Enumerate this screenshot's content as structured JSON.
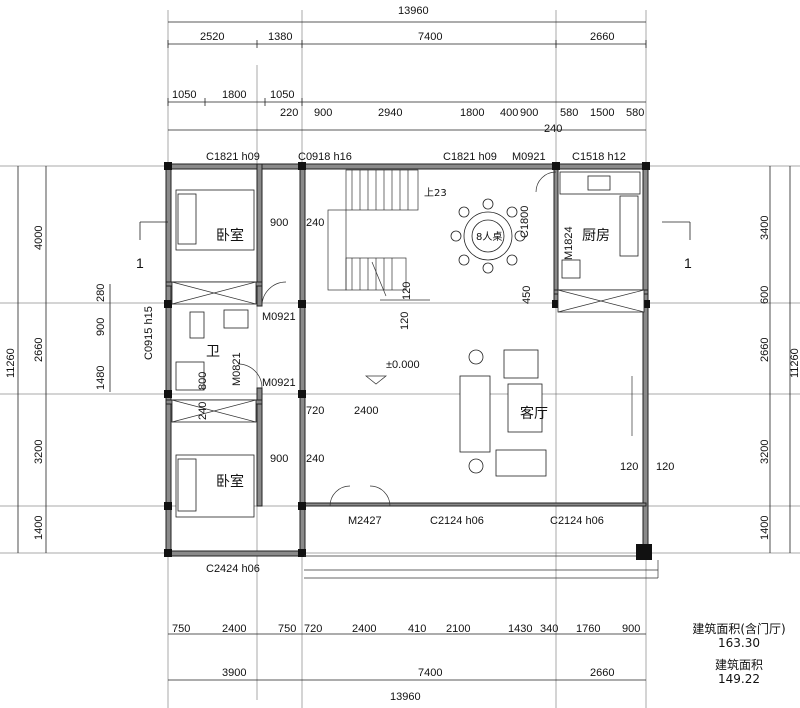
{
  "dimensions": {
    "top_total": "13960",
    "top_row1": [
      "2520",
      "1380",
      "7400",
      "2660"
    ],
    "top_row2": [
      "1050",
      "1800",
      "1050",
      "220",
      "900",
      "2940",
      "1800",
      "400",
      "900",
      "580",
      "1500",
      "580"
    ],
    "top_row2_sub": "240",
    "bottom_row1": [
      "750",
      "2400",
      "750",
      "720",
      "2400",
      "410",
      "2100",
      "1430",
      "340",
      "1760",
      "900"
    ],
    "bottom_row2": [
      "3900",
      "7400",
      "2660"
    ],
    "bottom_total": "13960",
    "left_outer": "11260",
    "left_row": [
      "4000",
      "2660",
      "3200",
      "1400"
    ],
    "left_inner": [
      "280",
      "900",
      "1480"
    ],
    "right_outer": "11260",
    "right_row": [
      "3400",
      "600",
      "2660",
      "3200",
      "1400"
    ],
    "interior": [
      "900",
      "240",
      "900",
      "240",
      "720",
      "2400",
      "120",
      "120",
      "120",
      "120",
      "450",
      "800",
      "240"
    ]
  },
  "openings": {
    "C1821_h09_a": "C1821 h09",
    "C0918_h16": "C0918 h16",
    "C1821_h09_b": "C1821 h09",
    "M0921_top": "M0921",
    "C1518_h12": "C1518 h12",
    "M1824": "M1824",
    "M0921_mid": "M0921",
    "C0915_h15": "C0915 h15",
    "M0921_low": "M0921",
    "M0821": "M0821",
    "M2427": "M2427",
    "C2124_h06_a": "C2124 h06",
    "C2124_h06_b": "C2124 h06",
    "C2424_h06": "C2424 h06",
    "C1800": "C1800"
  },
  "rooms": {
    "bedroom_top": "卧室",
    "bedroom_bottom": "卧室",
    "kitchen": "厨房",
    "bath": "卫",
    "living": "客厅",
    "table": "8人桌",
    "stair_up": "上23",
    "level": "±0.000"
  },
  "section_marks": {
    "left": "1",
    "right": "1"
  },
  "area": {
    "label1": "建筑面积(含门厅)",
    "value1": "163.30",
    "label2": "建筑面积",
    "value2": "149.22"
  }
}
